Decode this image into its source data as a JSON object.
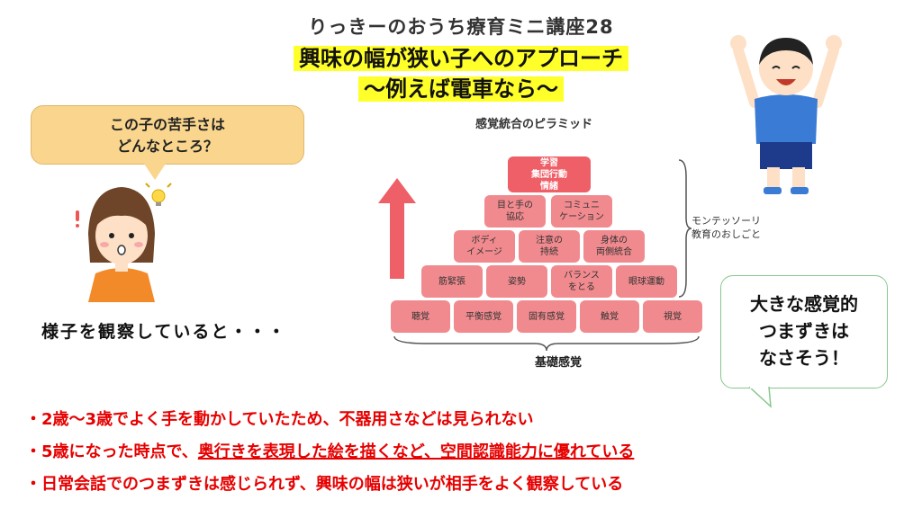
{
  "header": {
    "series": "りっきーのおうち療育ミニ講座28",
    "title_line1": "興味の幅が狭い子へのアプローチ",
    "title_line2": "〜例えば電車なら〜"
  },
  "left_bubble": {
    "line1": "この子の苦手さは",
    "line2": "どんなところ？"
  },
  "observe_text": "様子を観察していると・・・",
  "pyramid": {
    "title": "感覚統合のピラミッド",
    "top": "学習\n集団行動\n情緒",
    "row2": [
      "目と手の\n協応",
      "コミュニ\nケーション"
    ],
    "row3": [
      "ボディ\nイメージ",
      "注意の\n持続",
      "身体の\n両側統合"
    ],
    "row4": [
      "筋緊張",
      "姿勢",
      "バランス\nをとる",
      "眼球運動"
    ],
    "row5": [
      "聴覚",
      "平衡感覚",
      "固有感覚",
      "触覚",
      "視覚"
    ],
    "base_label": "基礎感覚",
    "side_label_line1": "モンテッソーリ",
    "side_label_line2": "教育のおしごと",
    "colors": {
      "block": "#f18a8e",
      "top_block": "#ee5f67",
      "arrow": "#ee5f67"
    }
  },
  "right_bubble": {
    "line1": "大きな感覚的",
    "line2": "つまずきは",
    "line3": "なさそう！"
  },
  "bullets": [
    {
      "text": "・2歳〜3歳でよく手を動かしていたため、不器用さなどは見られない"
    },
    {
      "prefix": "・5歳になった時点で、",
      "underlined": "奥行きを表現した絵を描くなど、空間認識能力に優れている"
    },
    {
      "text": "・日常会話でのつまずきは感じられず、興味の幅は狭いが相手をよく観察している"
    }
  ],
  "accent_red": "#e60000"
}
